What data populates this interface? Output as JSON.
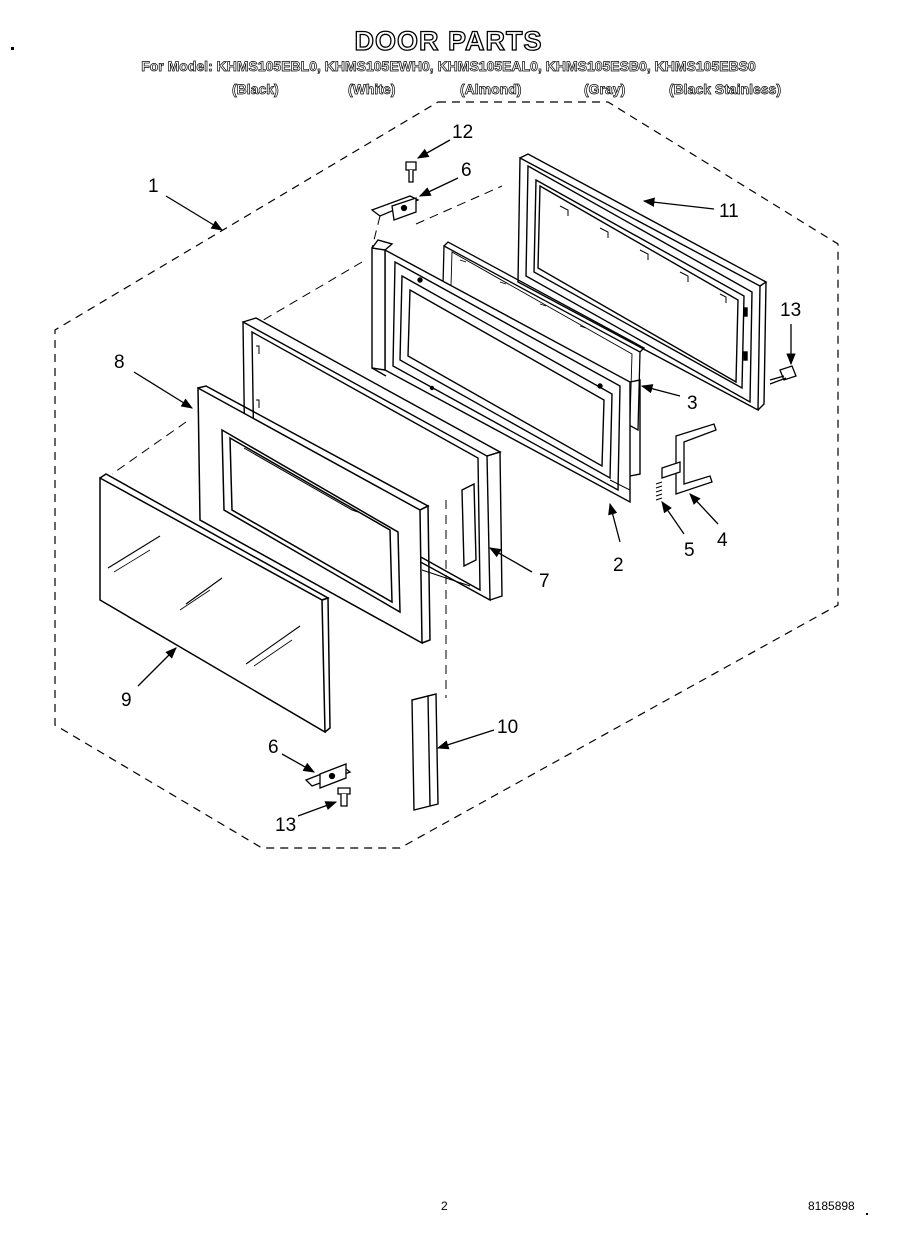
{
  "header": {
    "title": "DOOR PARTS",
    "models": "For Model: KHMS105EBL0, KHMS105EWH0, KHMS105EAL0, KHMS105ESB0, KHMS105EBS0",
    "colors": [
      "(Black)",
      "(White)",
      "(Almond)",
      "(Gray)",
      "(Black Stainless)"
    ]
  },
  "callouts": {
    "c1": "1",
    "c2": "2",
    "c3": "3",
    "c4": "4",
    "c5": "5",
    "c6a": "6",
    "c6b": "6",
    "c7": "7",
    "c8": "8",
    "c9": "9",
    "c10": "10",
    "c11": "11",
    "c12": "12",
    "c13a": "13",
    "c13b": "13"
  },
  "footer": {
    "page_number": "2",
    "document_id": "8185898"
  }
}
